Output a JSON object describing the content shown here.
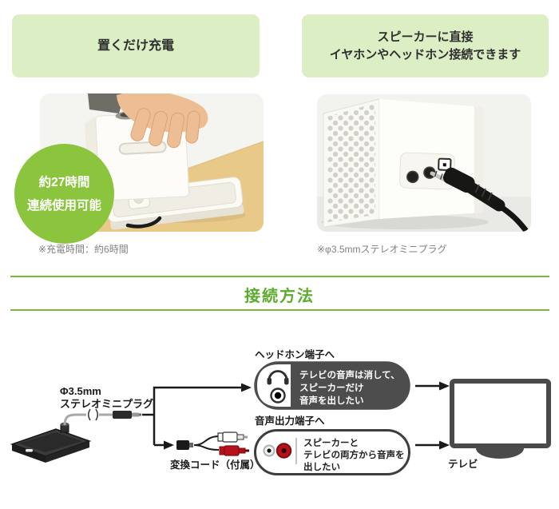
{
  "colors": {
    "banner-bg": "#dcefc4",
    "badge-green": "#8bc53e",
    "title-green": "#5aab2e",
    "line-green": "#76b93f",
    "dark-box": "#4d4d4d",
    "rca-red": "#b5121b"
  },
  "banners": {
    "left": {
      "text": "置くだけ充電"
    },
    "right": {
      "line1": "スピーカーに直接",
      "line2": "イヤホンやヘッドホン接続できます"
    }
  },
  "badge": {
    "line1": "約27時間",
    "line2": "連続使用可能"
  },
  "captions": {
    "left": "※充電時間：約6時間",
    "right": "※φ3.5mmステレオミニプラグ"
  },
  "section": {
    "title": "接続方法"
  },
  "diagram": {
    "plug_label": {
      "line1": "Φ3.5mm",
      "line2": "ステレオミニプラグ"
    },
    "cord_label": "変換コード（付属）",
    "headphone": {
      "label": "ヘッドホン端子へ",
      "lines": [
        "テレビの音声は消して、",
        "スピーカーだけ",
        "音声を出したい"
      ]
    },
    "audio": {
      "label": "音声出力端子へ",
      "lines": [
        "スピーカーと",
        "テレビの両方から音声を",
        "出したい"
      ]
    },
    "tv_label": "テレビ"
  }
}
